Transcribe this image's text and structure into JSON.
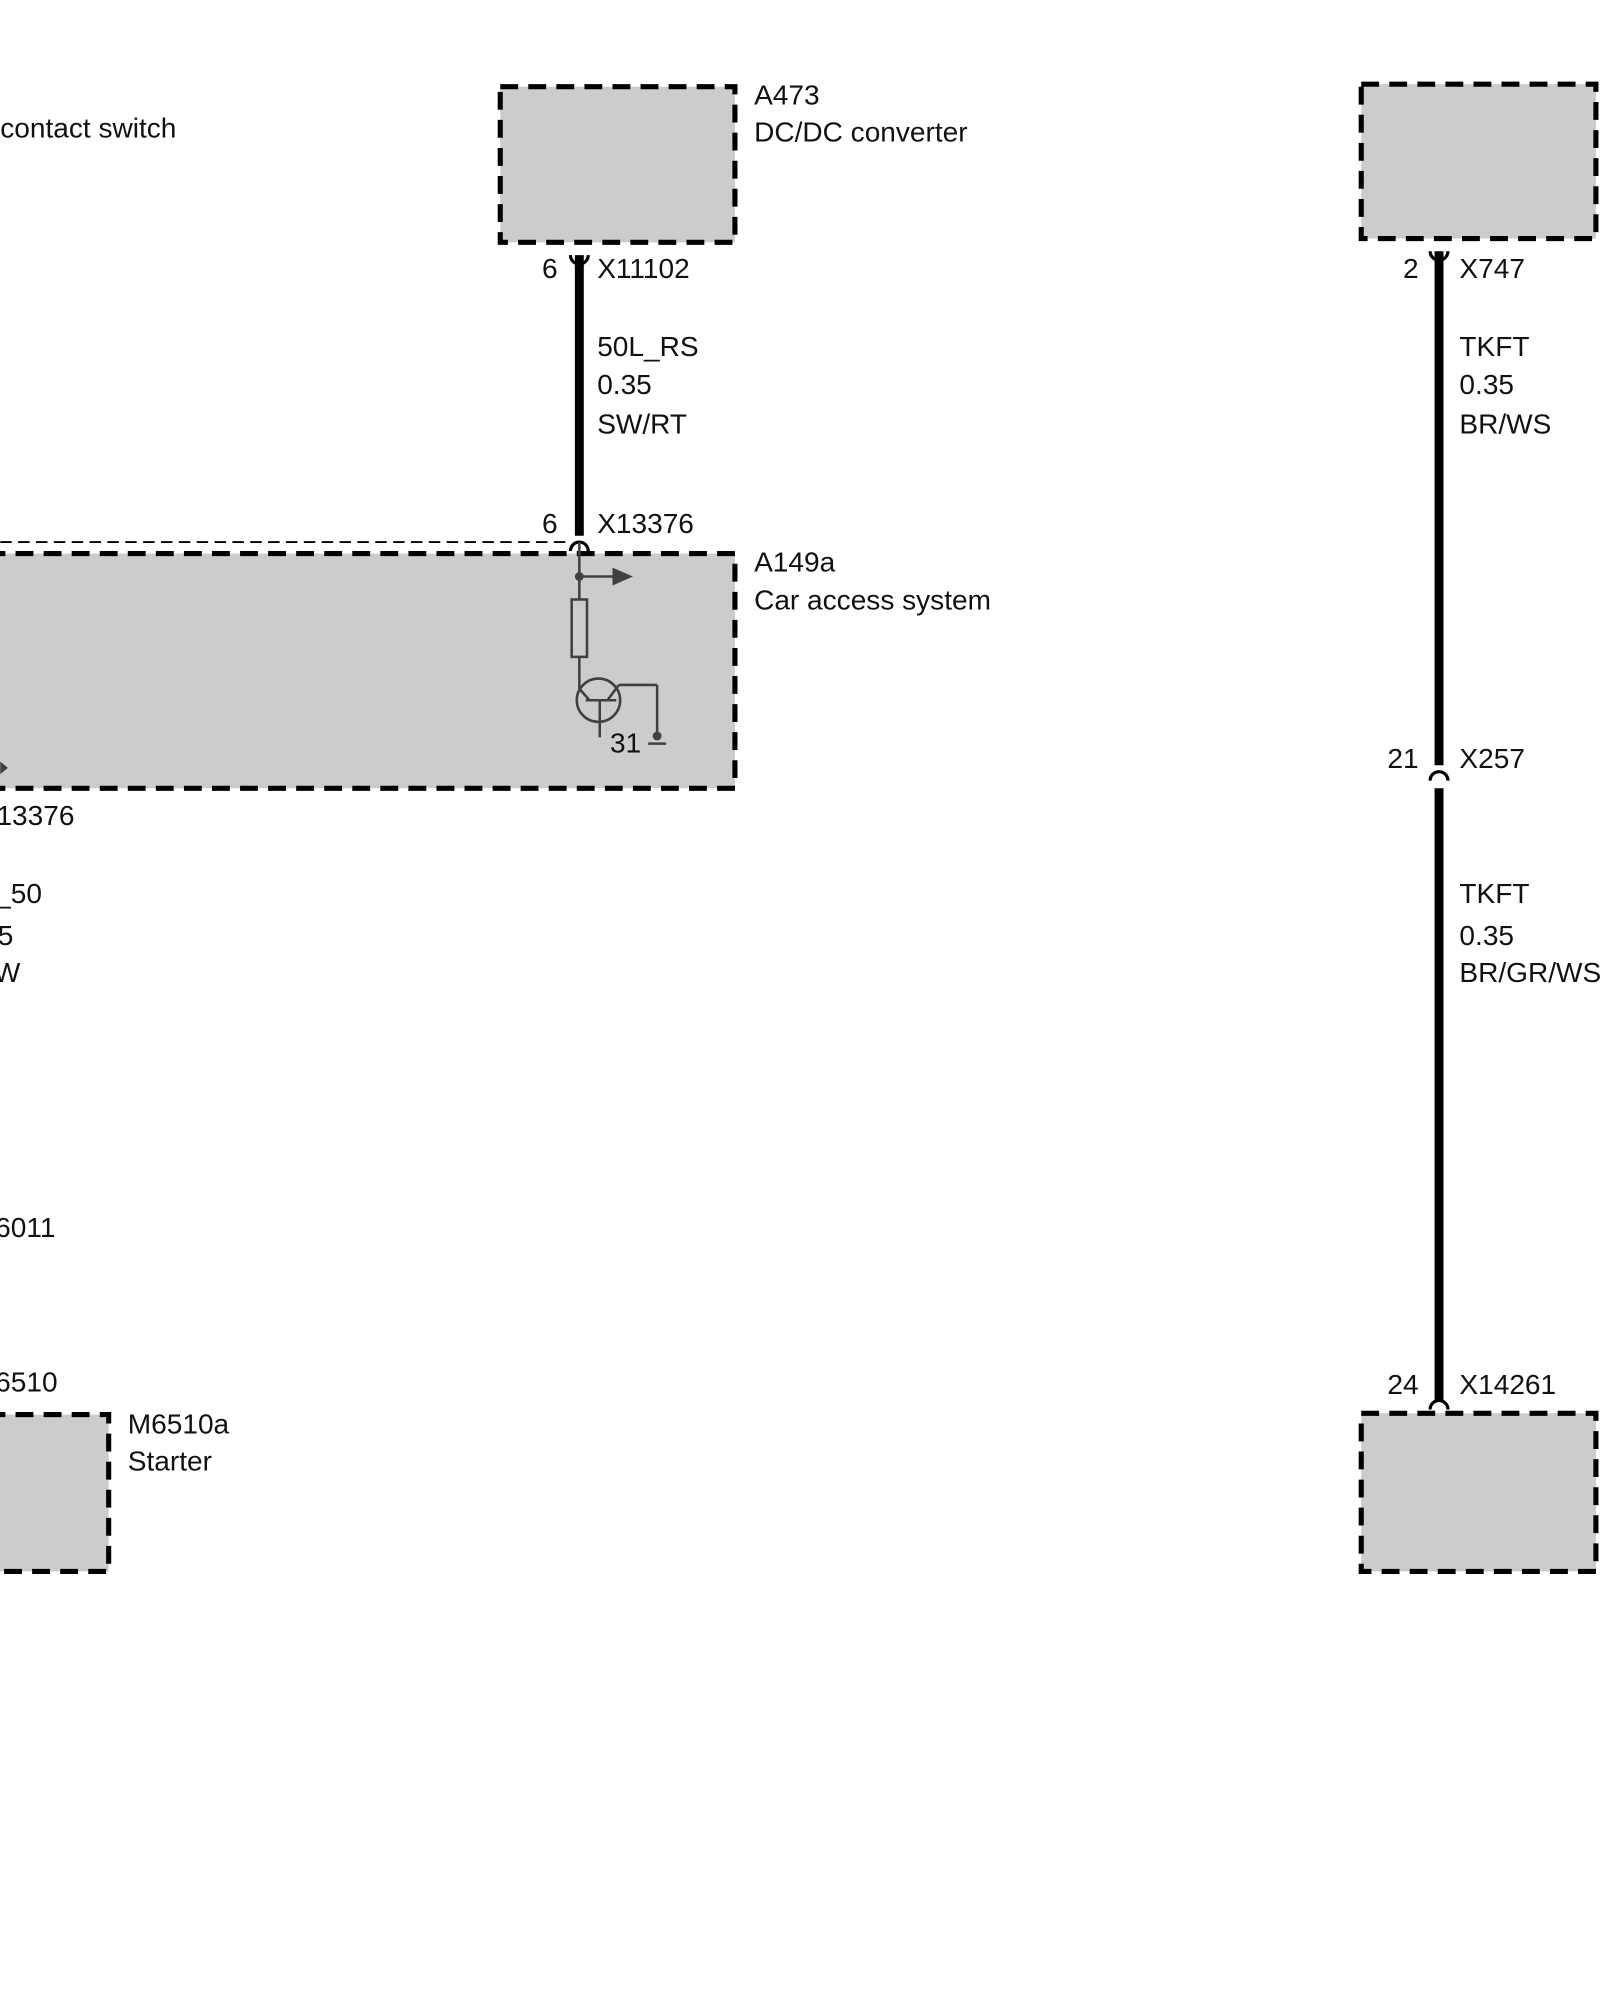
{
  "colors": {
    "box_fill": "#cccccc",
    "wire": "#000000",
    "circuit": "#404040"
  },
  "left_partial": {
    "switch_label": "contact switch",
    "connector": "13376",
    "wire_name": "_50",
    "wire_size": "5",
    "wire_color": "W",
    "connector_mid": "6011",
    "connector_bottom": "6510"
  },
  "a473": {
    "id": "A473",
    "name": "DC/DC converter",
    "pin": "6",
    "connector": "X11102"
  },
  "wire1": {
    "name": "50L_RS",
    "size": "0.35",
    "color": "SW/RT"
  },
  "a149a": {
    "id": "A149a",
    "name": "Car access system",
    "pin": "6",
    "connector": "X13376",
    "ground": "31"
  },
  "m6510a": {
    "id": "M6510a",
    "name": "Starter"
  },
  "right": {
    "top_pin": "2",
    "top_connector": "X747",
    "wire_top": {
      "name": "TKFT",
      "size": "0.35",
      "color": "BR/WS"
    },
    "mid_pin": "21",
    "mid_connector": "X257",
    "wire_bottom": {
      "name": "TKFT",
      "size": "0.35",
      "color": "BR/GR/WS"
    },
    "bottom_pin": "24",
    "bottom_connector": "X14261"
  }
}
